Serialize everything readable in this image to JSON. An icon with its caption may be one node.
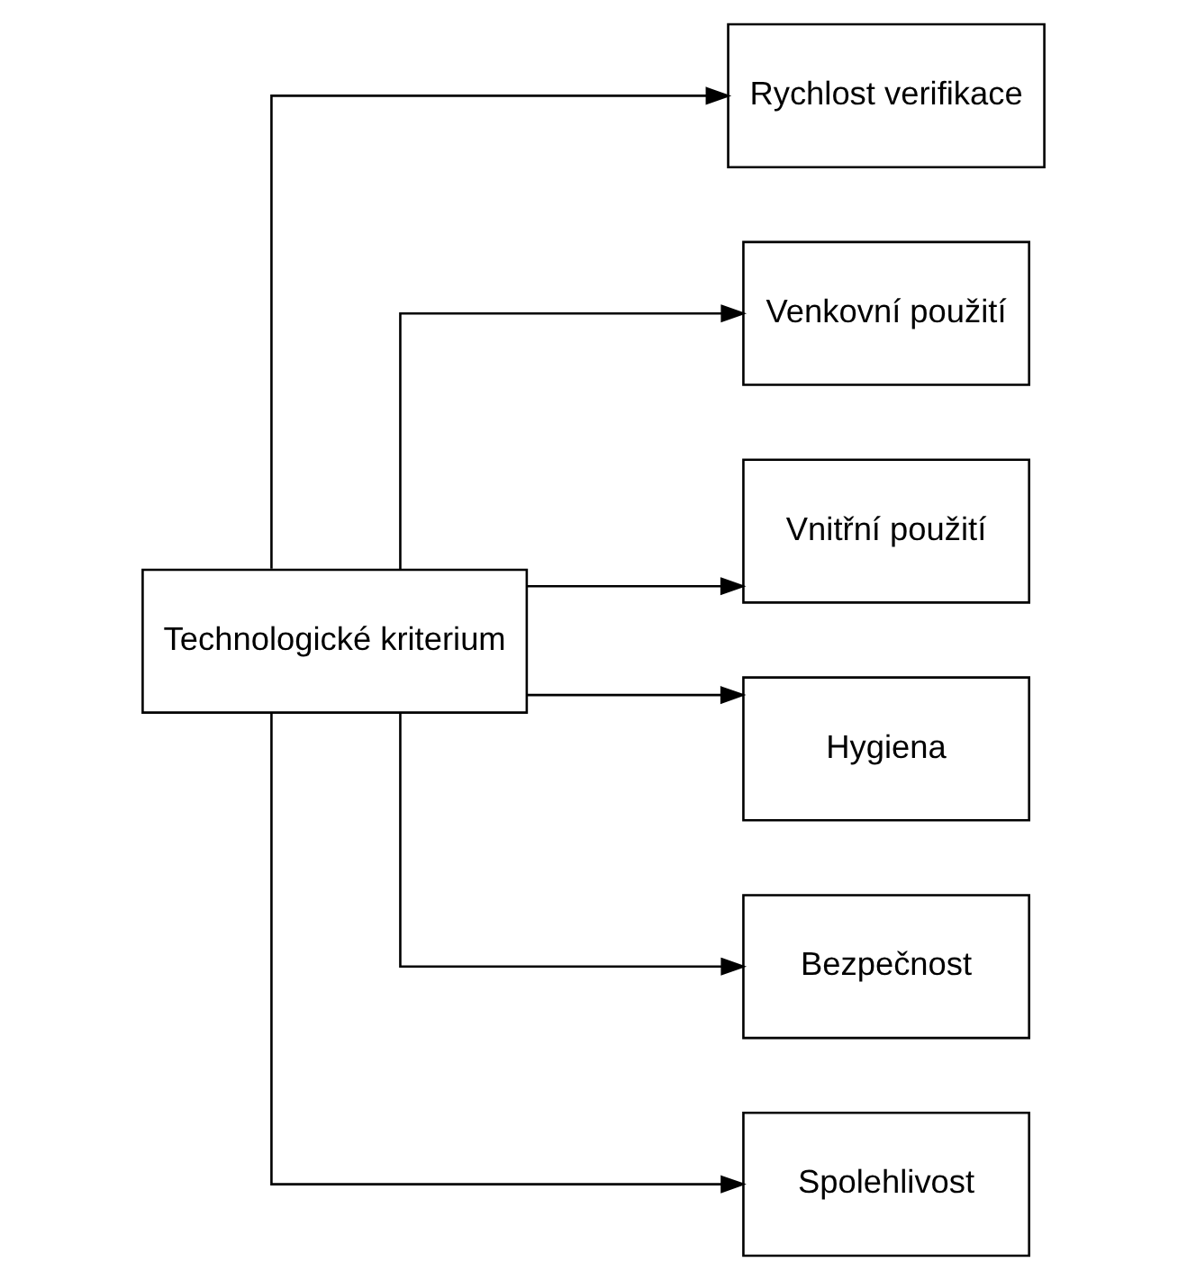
{
  "diagram": {
    "nodes": [
      {
        "text": [
          "Technologické kriterium"
        ]
      },
      {
        "text": [
          "Rychlost verifikace"
        ]
      },
      {
        "text": [
          "Venkovní použití"
        ]
      },
      {
        "text": [
          "Vnitřní použití"
        ]
      },
      {
        "text": [
          "Hygiena"
        ]
      },
      {
        "text": [
          "Bezpečnost"
        ]
      },
      {
        "text": [
          "Spolehlivost"
        ]
      }
    ],
    "edges": [
      {
        "from": 0,
        "to": 1,
        "arrow": "to"
      },
      {
        "from": 0,
        "to": 2,
        "arrow": "to"
      },
      {
        "from": 0,
        "to": 3,
        "arrow": "to"
      },
      {
        "from": 0,
        "to": 4,
        "arrow": "to"
      },
      {
        "from": 0,
        "to": 5,
        "arrow": "to"
      },
      {
        "from": 0,
        "to": 6,
        "arrow": "to"
      }
    ]
  }
}
